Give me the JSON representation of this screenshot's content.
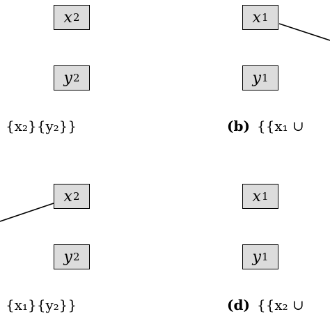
{
  "panels": [
    {
      "nodes": [
        {
          "var": "x",
          "sub": "2"
        },
        {
          "var": "y",
          "sub": "2"
        }
      ],
      "caption": {
        "letter": "",
        "set": "{x₂}{y₂}}"
      }
    },
    {
      "nodes": [
        {
          "var": "x",
          "sub": "1"
        },
        {
          "var": "y",
          "sub": "1"
        }
      ],
      "caption": {
        "letter": "(b)",
        "set": "{{x₁ ∪"
      }
    },
    {
      "nodes": [
        {
          "var": "x",
          "sub": "2"
        },
        {
          "var": "y",
          "sub": "2"
        }
      ],
      "caption": {
        "letter": "",
        "set": "{x₁}{y₂}}"
      }
    },
    {
      "nodes": [
        {
          "var": "x",
          "sub": "1"
        },
        {
          "var": "y",
          "sub": "1"
        }
      ],
      "caption": {
        "letter": "(d)",
        "set": "{{x₂ ∪"
      }
    }
  ],
  "colors": {
    "node_fill": "#dcdcdc",
    "node_border": "#000000",
    "edge": "#000000"
  }
}
